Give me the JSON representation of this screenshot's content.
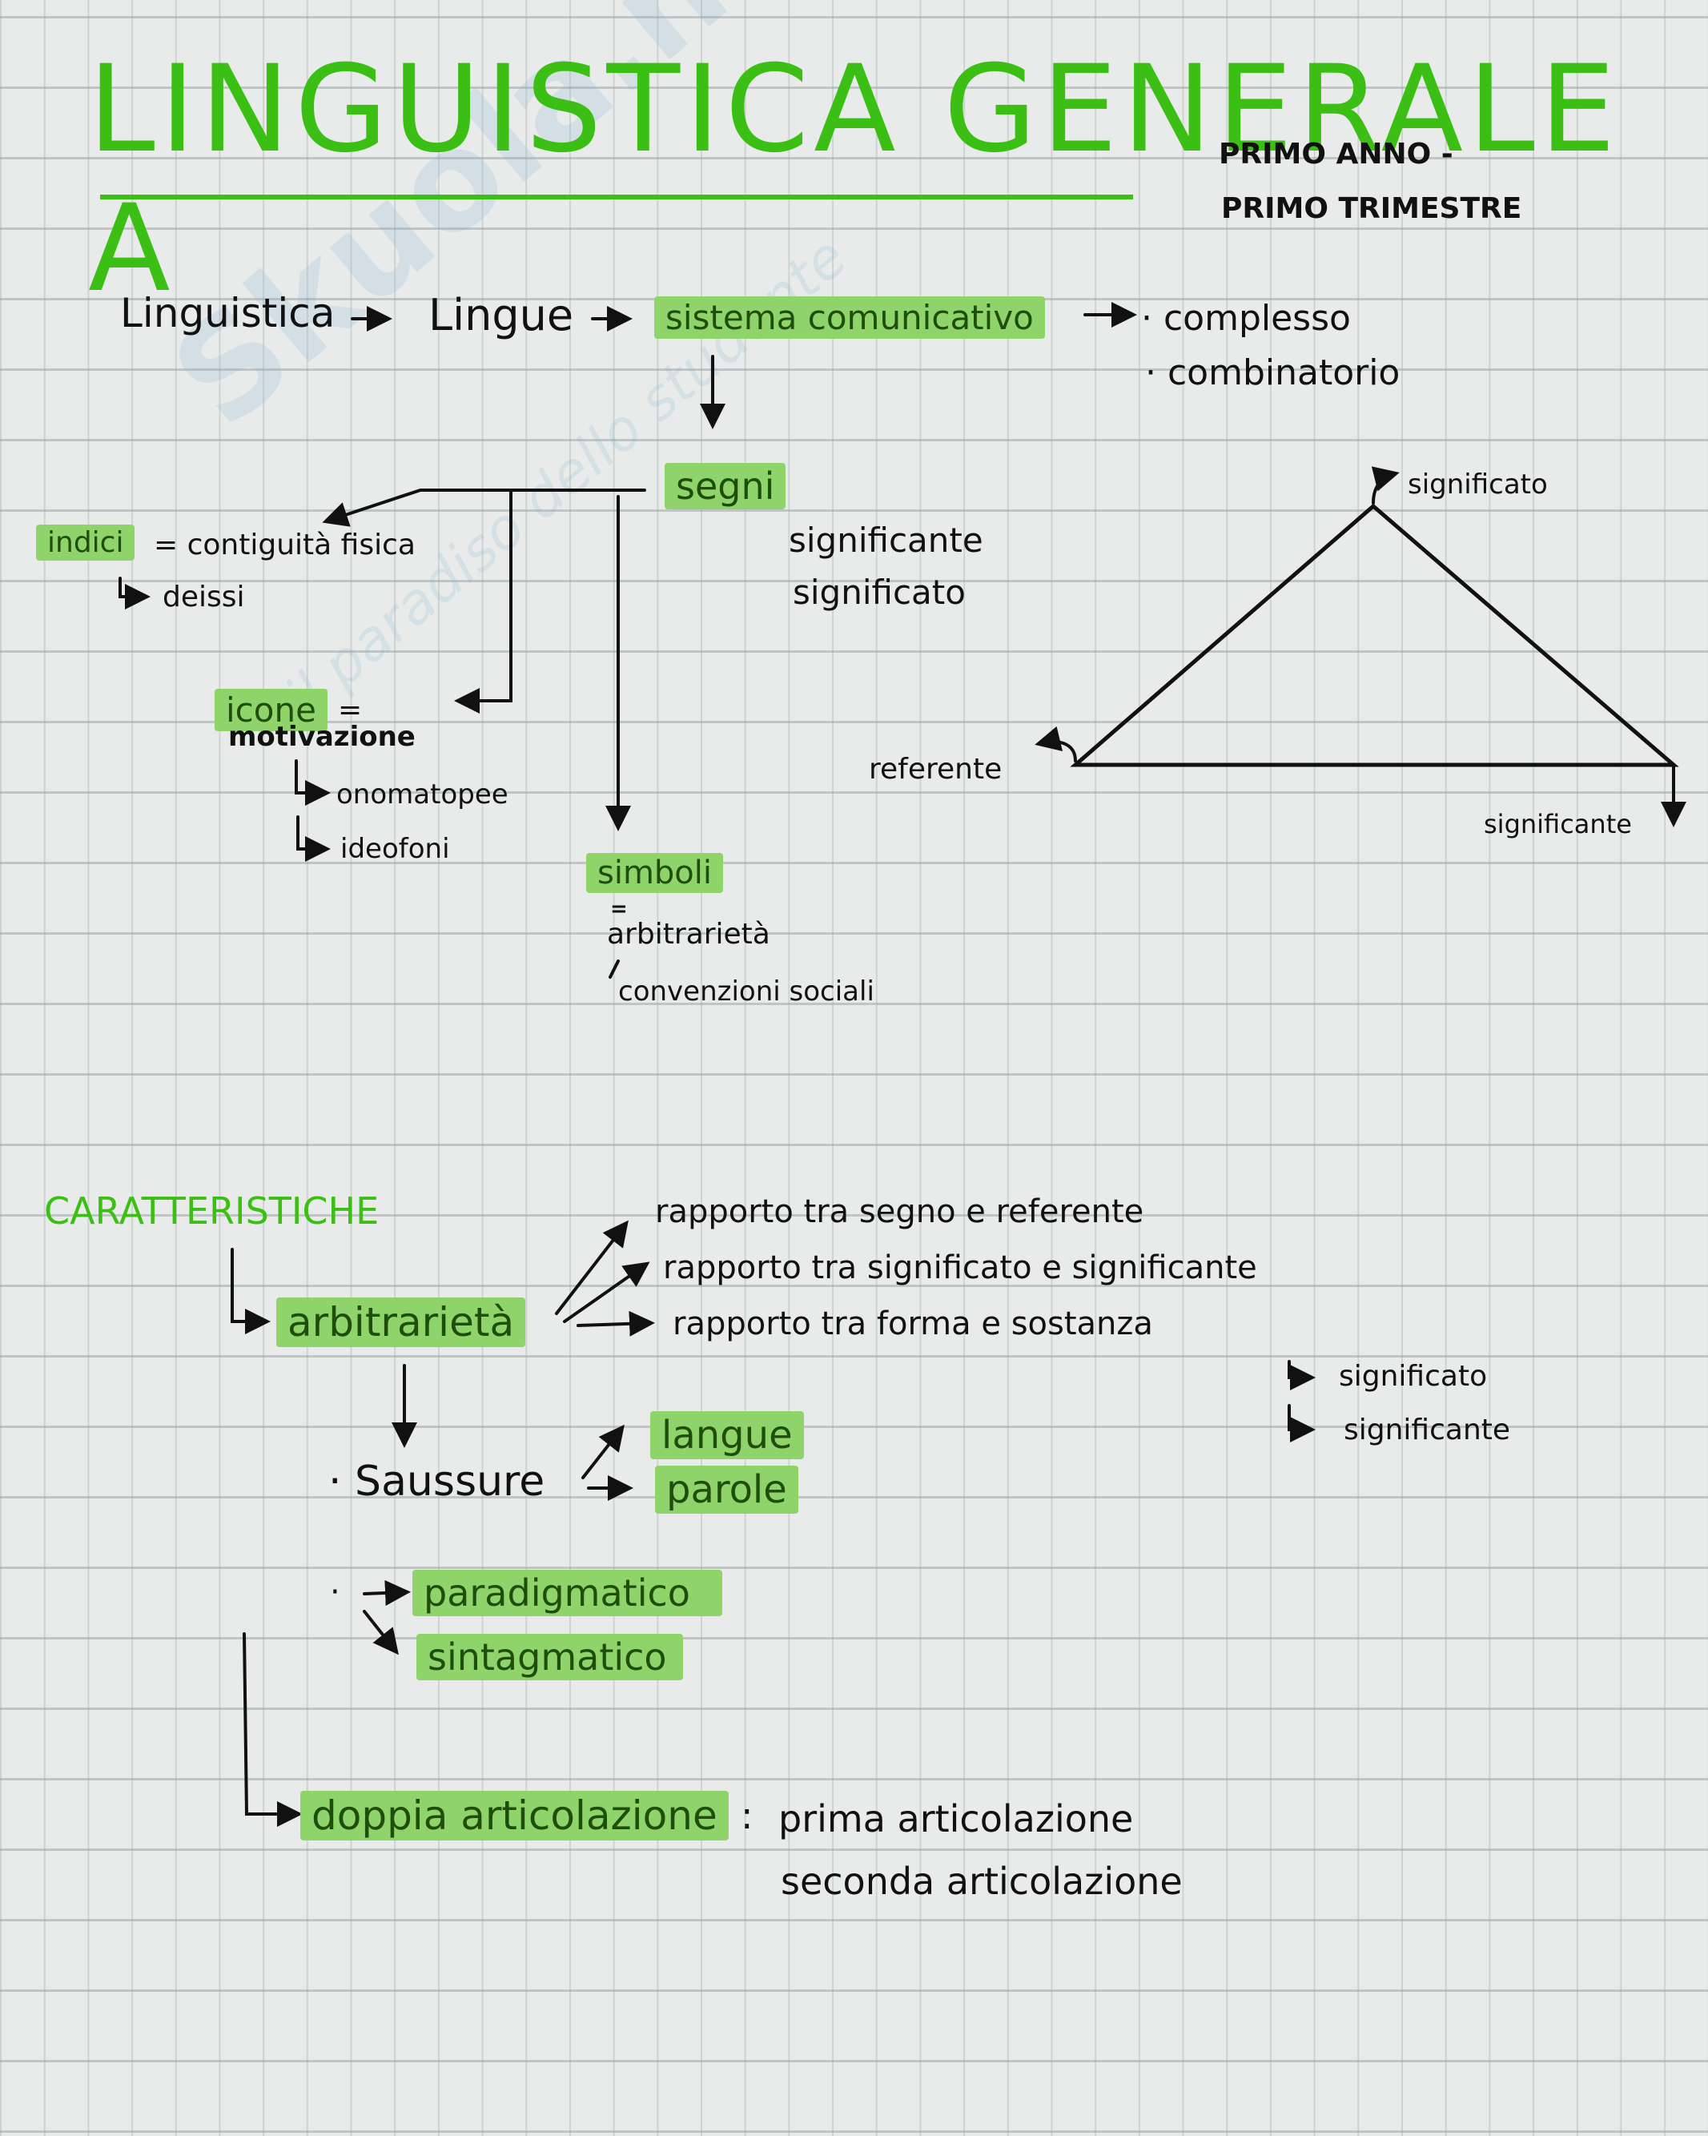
{
  "header": {
    "title": "LINGUISTICA GENERALE A",
    "subtitle_line1": "PRIMO ANNO -",
    "subtitle_line2": "PRIMO TRIMESTRE",
    "watermark": "Skuola.net",
    "watermark_tagline": "il paradiso dello studente"
  },
  "colors": {
    "accent": "#3cbf14",
    "highlight": "#8fd46a",
    "ink": "#111111"
  },
  "flow": {
    "n1": "Linguistica",
    "n2": "Lingue",
    "n3": "sistema comunicativo",
    "props": [
      "· complesso",
      "· combinatorio"
    ]
  },
  "segni": {
    "label": "segni",
    "components": [
      "significante",
      "significato"
    ],
    "indici": {
      "label": "indici",
      "definition": "= contiguità fisica",
      "sub": "deissi"
    },
    "icone": {
      "label": "icone",
      "eq": "=",
      "definition": "motivazione",
      "sub": [
        "onomatopee",
        "ideofoni"
      ]
    },
    "simboli": {
      "label": "simboli",
      "eq": "=",
      "definition": "arbitrarietà",
      "sub": "convenzioni sociali"
    }
  },
  "triangle": {
    "top": "significato",
    "left": "referente",
    "right": "significante"
  },
  "caratteristiche": {
    "heading": "CARATTERISTICHE",
    "arbitrarieta": {
      "label": "arbitrarietà",
      "relations": [
        "rapporto tra segno e referente",
        "rapporto tra significato e significante",
        "rapporto tra forma e sostanza"
      ],
      "forma_sostanza_sub": [
        "significato",
        "significante"
      ]
    },
    "saussure": {
      "label": "· Saussure",
      "items": [
        "langue",
        "parole"
      ]
    },
    "assi": [
      "paradigmatico",
      "sintagmatico"
    ],
    "doppia": {
      "label": "doppia articolazione",
      "sep": ":",
      "items": [
        "prima articolazione",
        "seconda articolazione"
      ]
    }
  }
}
